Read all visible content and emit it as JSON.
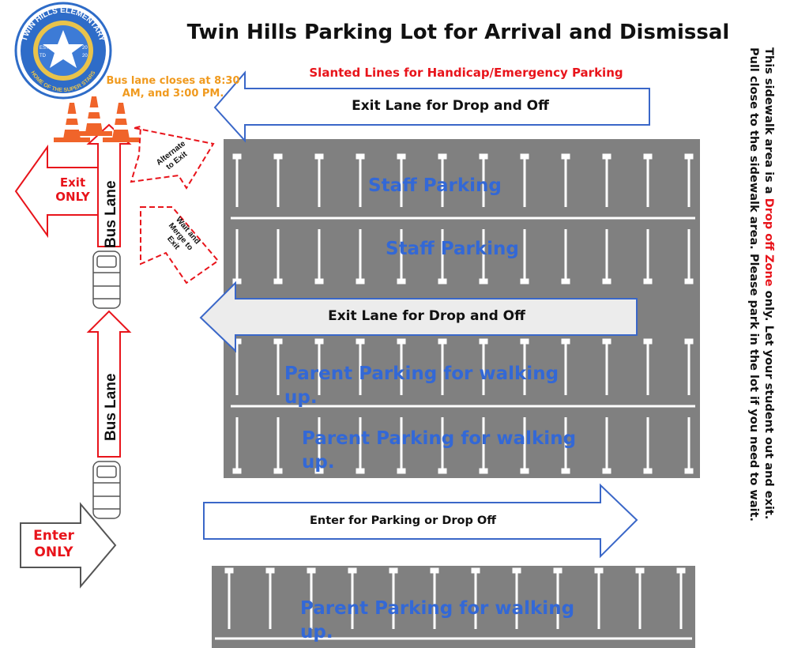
{
  "title": "Twin Hills Parking Lot for Arrival and Dismissal",
  "handicap_note": "Slanted Lines for Handicap/Emergency Parking",
  "logo": {
    "ring_text": "TWIN HILLS ELEMENTARY",
    "bottom_text": "HOME OF THE SUPER STARS",
    "est": "EST",
    "td": "TD",
    "year_top": "20",
    "year_bottom": "20"
  },
  "bus_lane_note": "Bus lane closes at 8:30 AM, and 3:00 PM.",
  "arrows": {
    "exit_top": "Exit Lane for Drop and Off",
    "exit_middle": "Exit Lane for Drop and Off",
    "enter": "Enter for Parking or Drop Off",
    "exit_only_1": "Exit",
    "exit_only_2": "ONLY",
    "enter_only_1": "Enter",
    "enter_only_2": "ONLY",
    "alternate": "Alternate to Exit",
    "wait_merge": "Wait and Merge to Exit"
  },
  "bus_lane_label": "Bus Lane",
  "lots": {
    "staff_1": "Staff Parking",
    "staff_2": "Staff Parking",
    "parent_1": "Parent Parking for walking up.",
    "parent_2": "Parent Parking for walking up.",
    "parent_3": "Parent Parking for walking up."
  },
  "side_note": {
    "line1_a": "This sidewalk area is a",
    "line1_b": "Drop off Zone",
    "line1_c": "only. Let your student out and exit.",
    "line2": "Pull close to the sidewalk area. Please park in the lot if you need to wait."
  },
  "colors": {
    "lot": "#808080",
    "arrow_blue": "#3a67c8",
    "red": "#e8141b",
    "cone": "#f0642a",
    "logo_blue": "#2e6cc8",
    "logo_gold": "#e9c34b"
  }
}
